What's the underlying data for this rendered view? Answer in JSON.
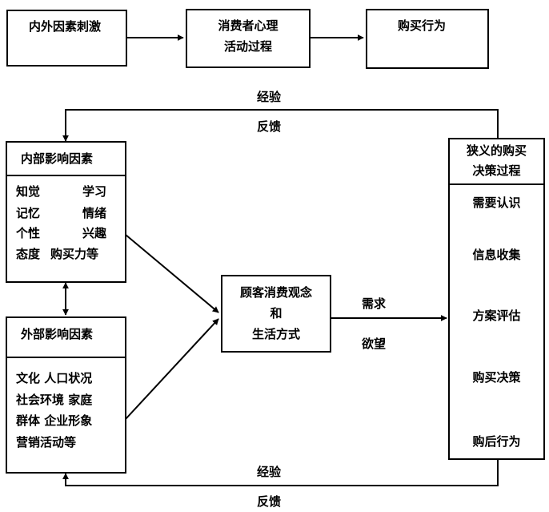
{
  "top_flow": {
    "stimulus": "内外因素刺激",
    "psychology_line1": "消费者心理",
    "psychology_line2": "活动过程",
    "behavior": "购买行为"
  },
  "feedback_top": {
    "line1": "经验",
    "line2": "反馈"
  },
  "feedback_bottom": {
    "line1": "经验",
    "line2": "反馈"
  },
  "internal": {
    "title": "内部影响因素",
    "items": [
      [
        "知觉",
        "学习"
      ],
      [
        "记忆",
        "情绪"
      ],
      [
        "个性",
        "兴趣"
      ],
      [
        "态度",
        "购买力等"
      ]
    ]
  },
  "external": {
    "title": "外部影响因素",
    "lines": [
      "文化 人口状况",
      "社会环境 家庭",
      "群体 企业形象",
      "营销活动等"
    ]
  },
  "concept": {
    "line1": "顾客消费观念",
    "line2": "和",
    "line3": "生活方式"
  },
  "demand": {
    "need": "需求",
    "desire": "欲望"
  },
  "decision": {
    "title_line1": "狭义的购买",
    "title_line2": "决策过程",
    "steps": [
      "需要认识",
      "信息收集",
      "方案评估",
      "购买决策",
      "购后行为"
    ]
  }
}
